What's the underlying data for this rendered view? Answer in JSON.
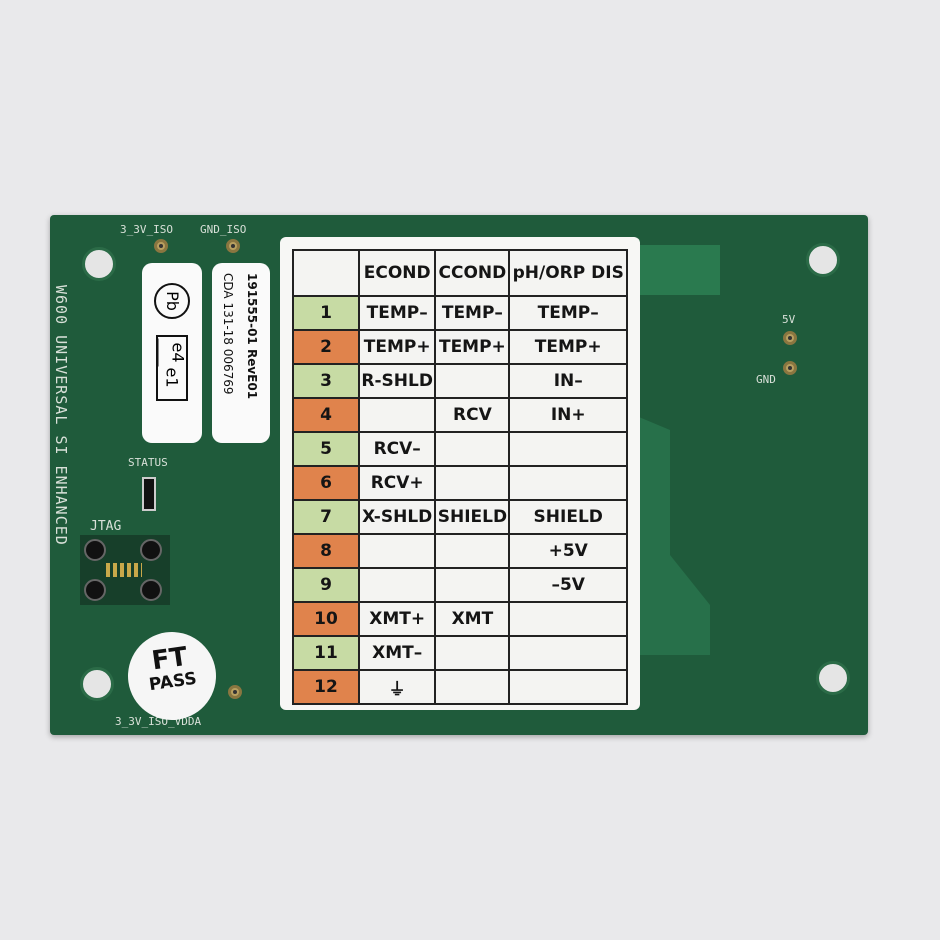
{
  "board": {
    "silkscreen": {
      "top_left_1": "3_3V_ISO",
      "top_left_2": "GND_ISO",
      "vertical_title": "W600 UNIVERSAL SI ENHANCED",
      "status": "STATUS",
      "jtag": "JTAG",
      "bottom": "3_3V_ISO_VDDA",
      "right_5v": "5V",
      "right_gnd": "GND"
    },
    "sticker_rohs": {
      "pb_symbol": "Pb",
      "box1": "e4",
      "box2": "e1"
    },
    "sticker_part": {
      "line1": "191555-01 RevE01",
      "line2": "CDA 131-18 006769"
    },
    "ft_pass": {
      "line1": "FT",
      "line2": "PASS"
    },
    "colors": {
      "board": "#1f5b3b",
      "row_green": "#c7dba4",
      "row_orange": "#e0834c"
    }
  },
  "pin_table": {
    "headers": [
      "",
      "ECOND",
      "CCOND",
      "pH/ORP DIS"
    ],
    "rows": [
      {
        "pin": "1",
        "color": "green",
        "econd": "TEMP–",
        "ccond": "TEMP–",
        "ph": "TEMP–"
      },
      {
        "pin": "2",
        "color": "orange",
        "econd": "TEMP+",
        "ccond": "TEMP+",
        "ph": "TEMP+"
      },
      {
        "pin": "3",
        "color": "green",
        "econd": "R-SHLD",
        "ccond": "",
        "ph": "IN–"
      },
      {
        "pin": "4",
        "color": "orange",
        "econd": "",
        "ccond": "RCV",
        "ph": "IN+"
      },
      {
        "pin": "5",
        "color": "green",
        "econd": "RCV–",
        "ccond": "",
        "ph": ""
      },
      {
        "pin": "6",
        "color": "orange",
        "econd": "RCV+",
        "ccond": "",
        "ph": ""
      },
      {
        "pin": "7",
        "color": "green",
        "econd": "X-SHLD",
        "ccond": "SHIELD",
        "ph": "SHIELD"
      },
      {
        "pin": "8",
        "color": "orange",
        "econd": "",
        "ccond": "",
        "ph": "+5V"
      },
      {
        "pin": "9",
        "color": "green",
        "econd": "",
        "ccond": "",
        "ph": "–5V"
      },
      {
        "pin": "10",
        "color": "orange",
        "econd": "XMT+",
        "ccond": "XMT",
        "ph": ""
      },
      {
        "pin": "11",
        "color": "green",
        "econd": "XMT–",
        "ccond": "",
        "ph": ""
      },
      {
        "pin": "12",
        "color": "orange",
        "econd": "⏚",
        "ccond": "",
        "ph": ""
      }
    ]
  }
}
